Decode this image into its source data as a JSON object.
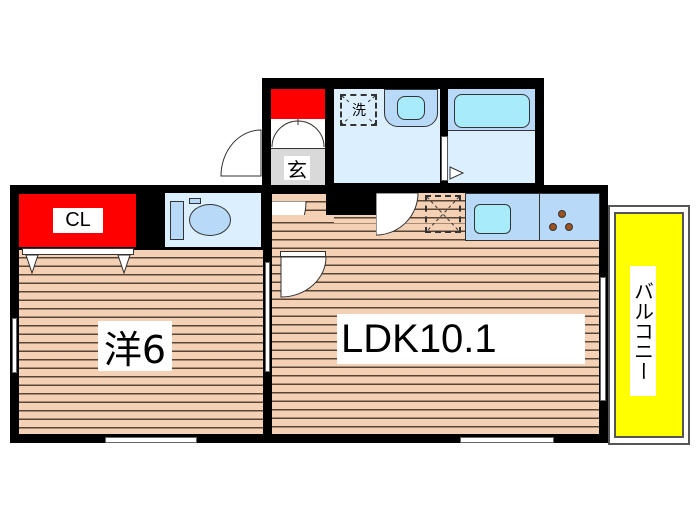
{
  "floorplan": {
    "rooms": {
      "western_room": {
        "label": "洋6"
      },
      "ldk": {
        "label": "LDK10.1"
      },
      "closet": {
        "label": "CL"
      },
      "entrance": {
        "label": "玄"
      },
      "washer": {
        "label": "洗"
      },
      "balcony": {
        "label": "バルコニー"
      }
    },
    "colors": {
      "wall": "#000000",
      "floor": "#f4d0b4",
      "wet_area": "#dcefff",
      "closet": "#ff0000",
      "balcony": "#ffff00",
      "entrance": "#d9d9d9"
    }
  }
}
